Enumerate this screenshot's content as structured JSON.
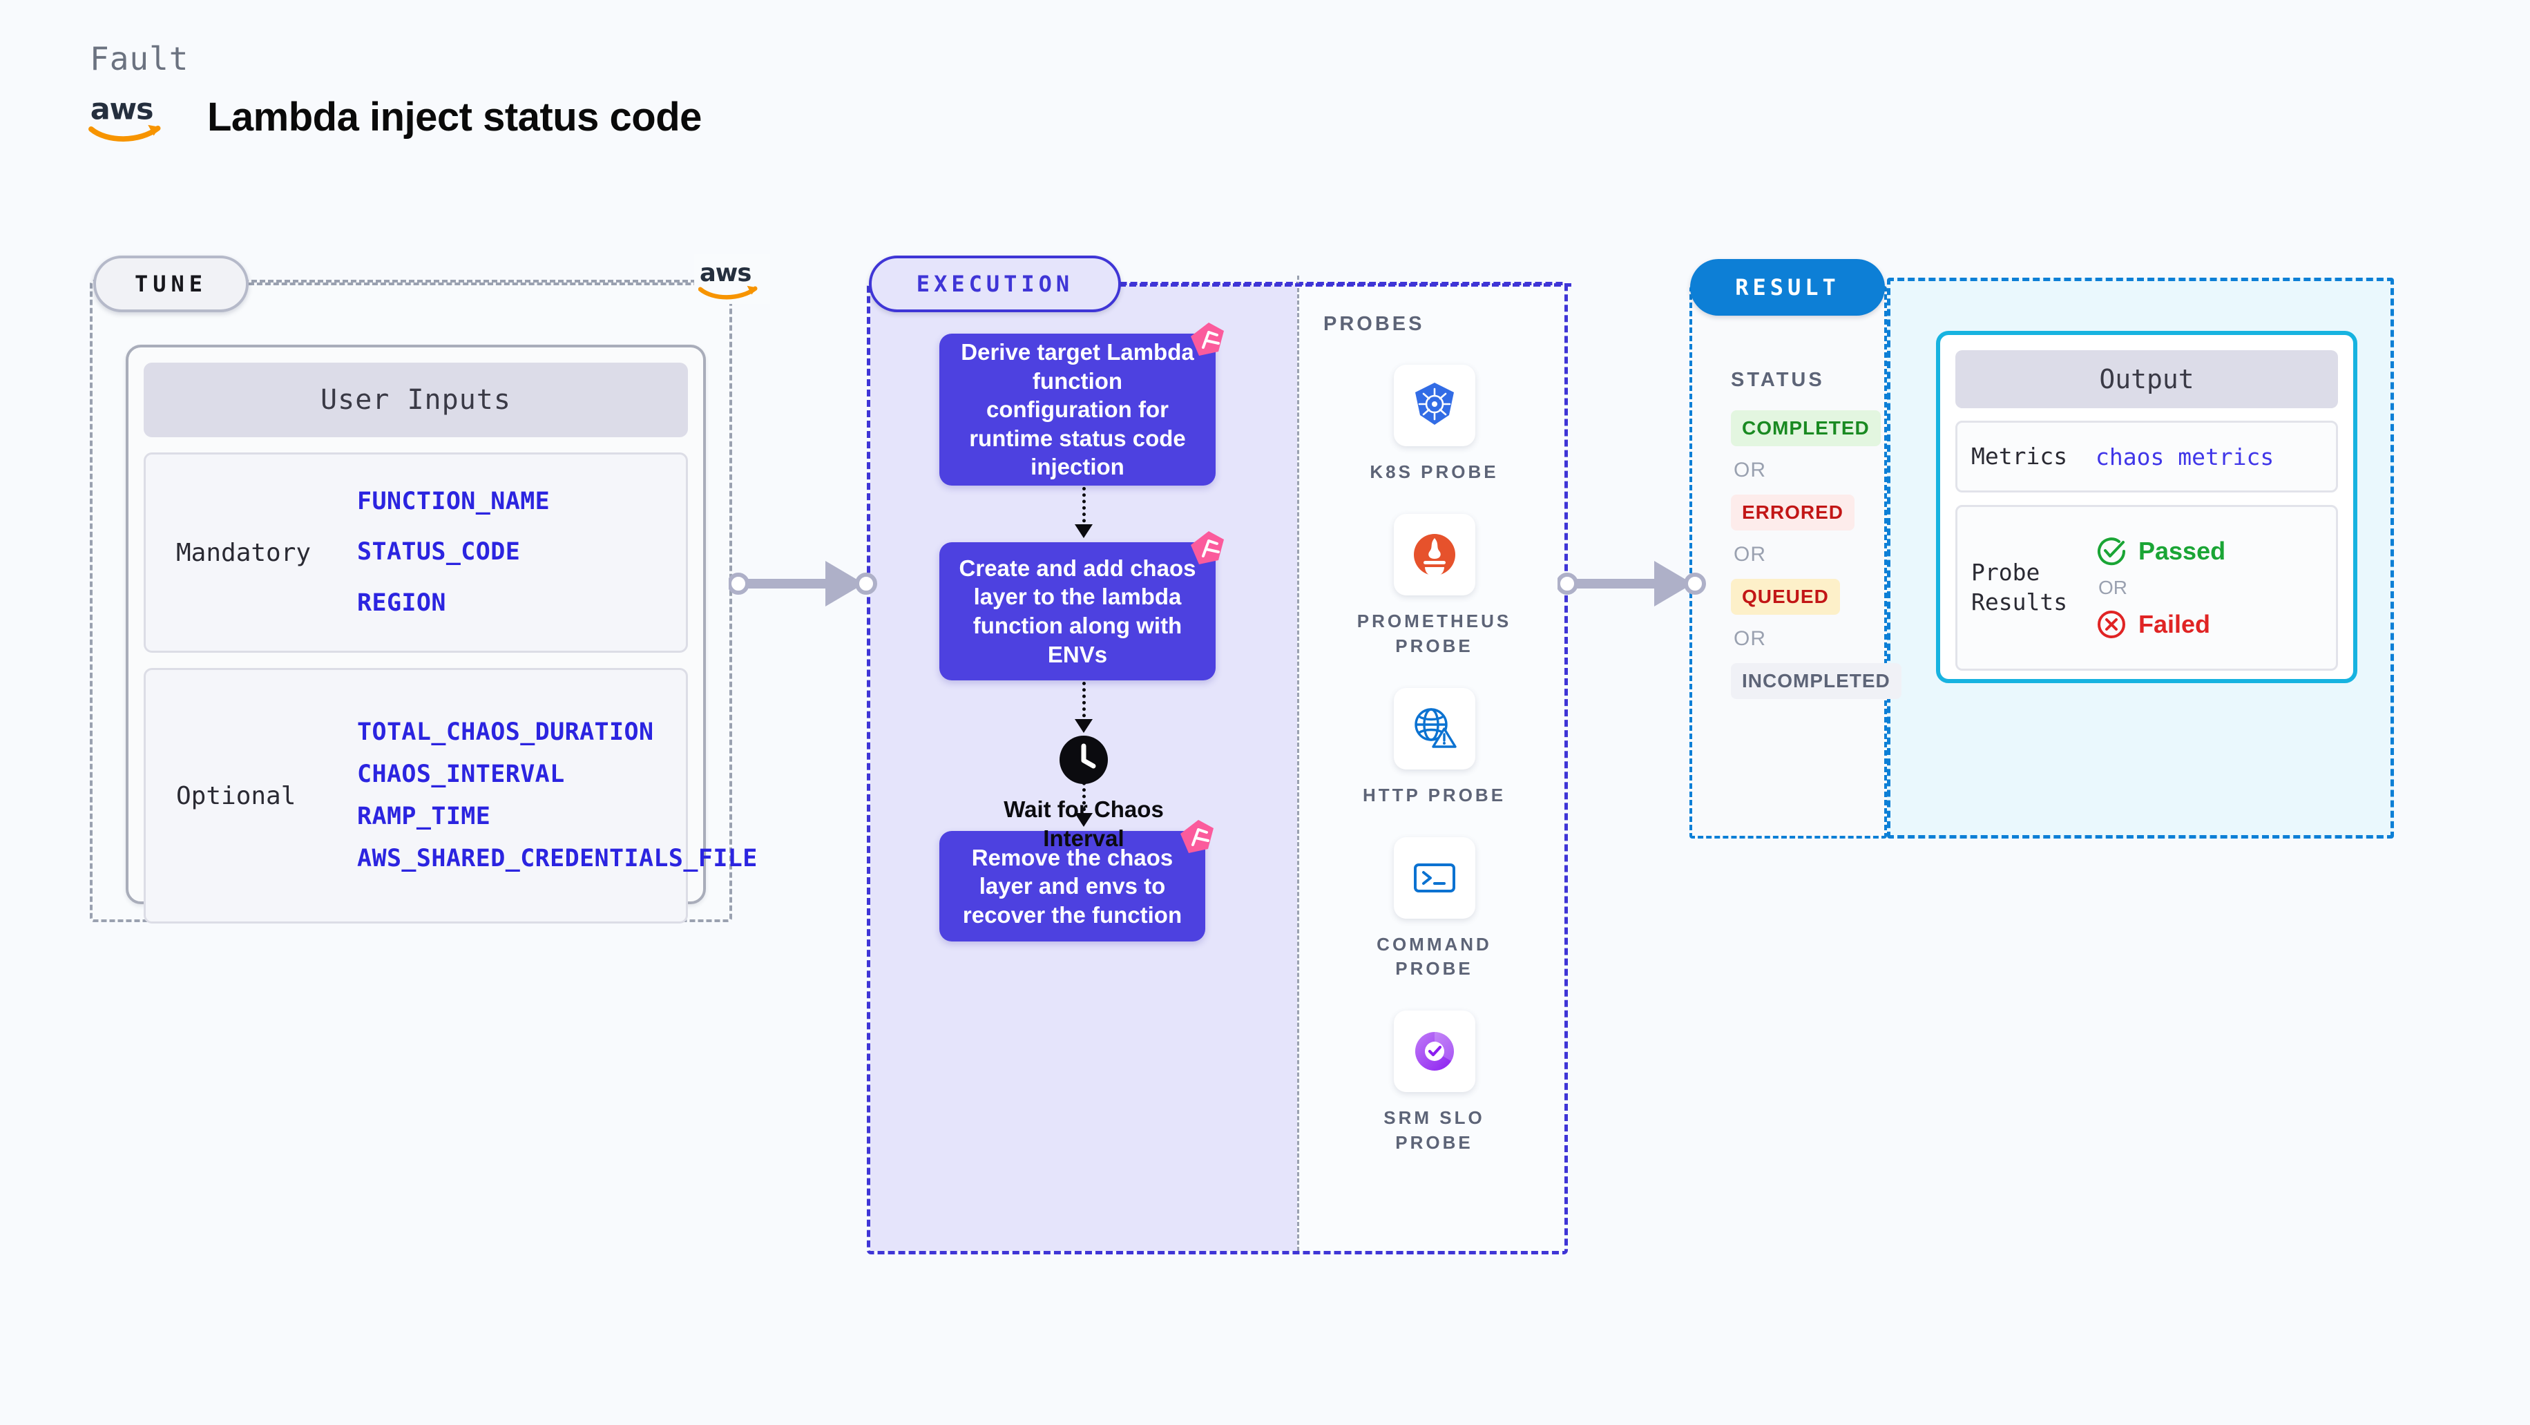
{
  "header": {
    "kicker": "Fault",
    "title": "Lambda inject status code",
    "logo_icon": "aws-logo"
  },
  "tune": {
    "chip_label": "TUNE",
    "logo_icon": "aws-logo",
    "card_title": "User Inputs",
    "groups": [
      {
        "label": "Mandatory",
        "values": [
          "FUNCTION_NAME",
          "STATUS_CODE",
          "REGION"
        ]
      },
      {
        "label": "Optional",
        "values": [
          "TOTAL_CHAOS_DURATION",
          "CHAOS_INTERVAL",
          "RAMP_TIME",
          "AWS_SHARED_CREDENTIALS_FILE"
        ]
      }
    ]
  },
  "execution": {
    "chip_label": "EXECUTION",
    "steps": [
      {
        "text": "Derive target Lambda function configuration for runtime status code injection",
        "flag_icon": "chaos-flag-icon"
      },
      {
        "text": "Create and add chaos layer to the lambda function along with ENVs",
        "flag_icon": "chaos-flag-icon"
      },
      {
        "text": "Remove the chaos layer and envs to recover the function",
        "flag_icon": "chaos-flag-icon"
      }
    ],
    "wait_node": {
      "icon": "clock-icon",
      "label": "Wait for Chaos Interval"
    }
  },
  "probes": {
    "title": "PROBES",
    "items": [
      {
        "name": "K8S PROBE",
        "icon": "kubernetes-icon"
      },
      {
        "name": "PROMETHEUS PROBE",
        "icon": "prometheus-icon"
      },
      {
        "name": "HTTP PROBE",
        "icon": "globe-warning-icon"
      },
      {
        "name": "COMMAND PROBE",
        "icon": "terminal-icon"
      },
      {
        "name": "SRM SLO PROBE",
        "icon": "srm-slo-icon"
      }
    ]
  },
  "result": {
    "chip_label": "RESULT",
    "status_title": "STATUS",
    "or_label": "OR",
    "statuses": [
      {
        "label": "COMPLETED",
        "color": "#1a8a22",
        "bg": "#e3f6e0"
      },
      {
        "label": "ERRORED",
        "color": "#c21616",
        "bg": "#fdeceb"
      },
      {
        "label": "QUEUED",
        "color": "#c21616",
        "bg": "#fdf0c9"
      },
      {
        "label": "INCOMPLETED",
        "color": "#5d6477",
        "bg": "#f0f1f6"
      }
    ],
    "output": {
      "title": "Output",
      "metrics_label": "Metrics",
      "metrics_value": "chaos metrics",
      "probe_results_label": "Probe Results",
      "passed_label": "Passed",
      "failed_label": "Failed",
      "or_label": "OR",
      "passed_icon": "check-circle-icon",
      "failed_icon": "x-circle-icon"
    }
  },
  "colors": {
    "background": "#f8fafd",
    "tune_border": "#9aa1b0",
    "execution_accent": "#3f35d6",
    "step_box": "#4d41e0",
    "result_accent": "#0d7fd6",
    "output_accent": "#17b3e0",
    "param_value": "#2b24e0",
    "flag_pink": "#fb5b9c"
  }
}
